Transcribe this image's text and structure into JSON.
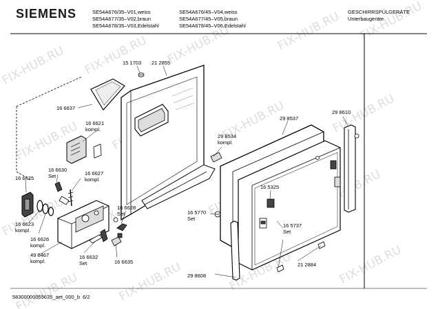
{
  "brand": "SIEMENS",
  "models": {
    "col1": [
      "SE54A676/35–V01,weiss",
      "SE54A677/35–V02,braun",
      "SE54A678/35–V03,Edelstahl"
    ],
    "col2": [
      "SE54A676/45–V04,weiss",
      "SE54A677/45–V05,braun",
      "SE54A678/45–V06,Edelstahl"
    ]
  },
  "category": [
    "GESCHIRRSPÜLGERÄTE",
    "Unterbaugeräte"
  ],
  "watermark": "FIX-HUB.RU",
  "labels": {
    "p151703": "15 1703",
    "p212855": "21 2855",
    "p166637": "16 6637",
    "p166621": "16 6621",
    "p166621b": "kompl.",
    "p298534": "29 8534",
    "p298534b": "kompl.",
    "p298537": "29 8537",
    "p298610": "29 8610",
    "p166630": "16 6630",
    "p166630b": "Set",
    "p166627": "16 6627",
    "p166627b": "kompl.",
    "p166625": "16 6625",
    "p166623": "16 6623",
    "p166623b": "kompl.",
    "p166626": "16 6626",
    "p166626b": "kompl.",
    "p490467": "49 0467",
    "p490467b": "kompl.",
    "p166628": "16 6628",
    "p166628b": "Set",
    "p166632": "16 6632",
    "p166632b": "Set",
    "p166635": "16 6635",
    "p165325": "16 5325",
    "p165770": "16 5770",
    "p165770b": "Set",
    "p165737": "16 5737",
    "p165737b": "Set",
    "p212884": "21 2884",
    "p298608": "29 8608"
  },
  "footer": {
    "code": "58300000055635_aet_000_b",
    "page": "6/2"
  }
}
